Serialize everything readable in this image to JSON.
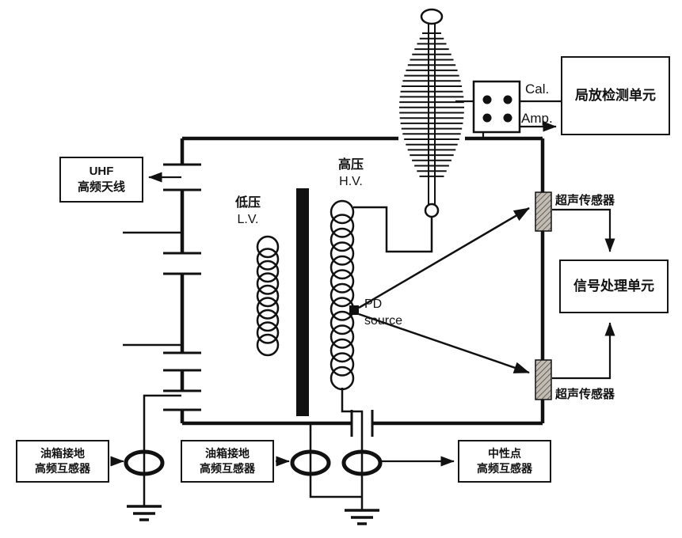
{
  "labels": {
    "uhf_antenna": {
      "line1": "UHF",
      "line2": "高频天线"
    },
    "hv_winding": {
      "line1": "高压",
      "line2": "H.V."
    },
    "lv_winding": {
      "line1": "低压",
      "line2": "L.V."
    },
    "pd_source": {
      "line1": "PD",
      "line2": "source"
    },
    "cal": "Cal.",
    "amp": "Amp.",
    "pd_detection_unit": "局放检测单元",
    "signal_processing_unit": "信号处理单元",
    "ultrasonic_sensor_top": "超声传感器",
    "ultrasonic_sensor_bottom": "超声传感器",
    "ct_left": {
      "line1": "油箱接地",
      "line2": "高频互感器"
    },
    "ct_middle": {
      "line1": "油箱接地",
      "line2": "高频互感器"
    },
    "ct_neutral": {
      "line1": "中性点",
      "line2": "高频互感器"
    }
  },
  "colors": {
    "line": "#111111",
    "background": "#ffffff",
    "sensor_fill": "#c2bcb2"
  }
}
